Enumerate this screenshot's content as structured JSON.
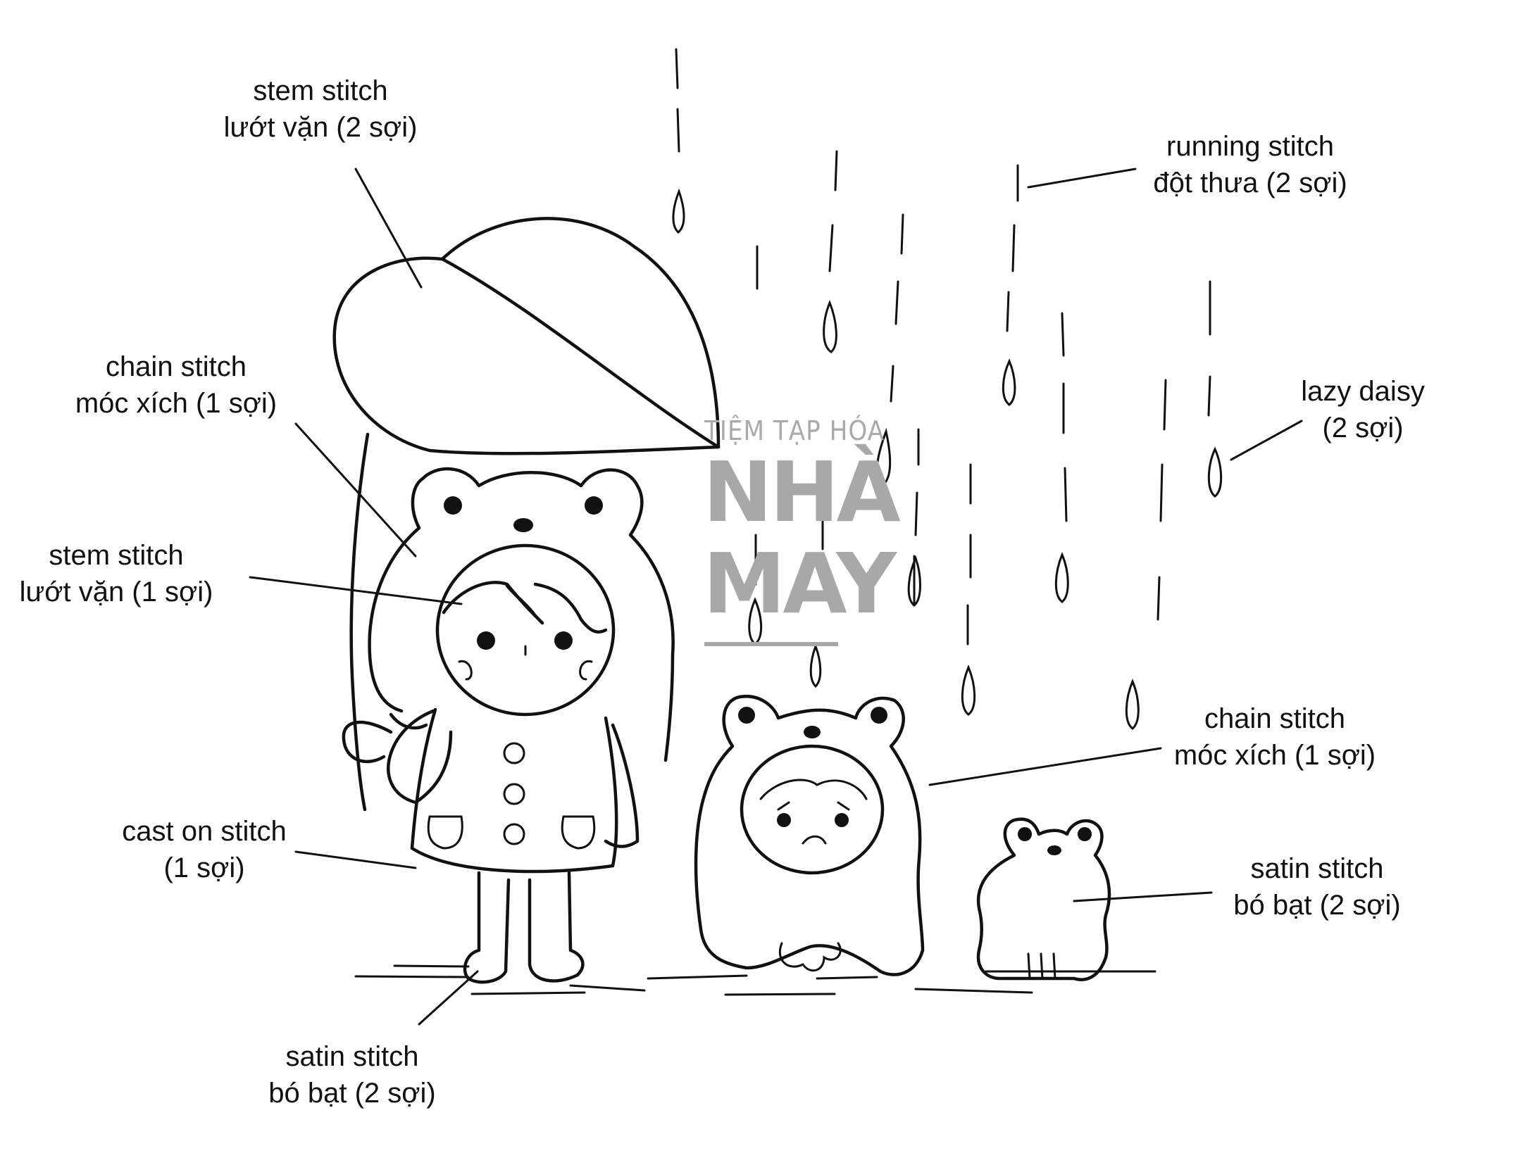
{
  "colors": {
    "ink": "#111111",
    "watermark": "#a8a8a8",
    "background": "#ffffff"
  },
  "labels": {
    "umbrella": {
      "name": "stem stitch",
      "detail": "lướt vặn (2 sợi)"
    },
    "hood": {
      "name": "chain stitch",
      "detail": "móc xích (1 sợi)"
    },
    "face": {
      "name": "stem stitch",
      "detail": "lướt vặn (1 sợi)"
    },
    "coat": {
      "name": "cast on stitch",
      "detail": "(1 sợi)"
    },
    "boots": {
      "name": "satin stitch",
      "detail": "bó bạt (2 sợi)"
    },
    "rain": {
      "name": "running stitch",
      "detail": "đột thưa (2 sợi)"
    },
    "raindrop": {
      "name": "lazy daisy",
      "detail": "(2 sợi)"
    },
    "small_child": {
      "name": "chain stitch",
      "detail": "móc xích (1 sợi)"
    },
    "frog": {
      "name": "satin stitch",
      "detail": "bó bạt (2 sợi)"
    }
  },
  "watermark": {
    "line1": "TIỆM TẠP HÓA",
    "line2": "NHÀ",
    "line3": "MAY"
  }
}
